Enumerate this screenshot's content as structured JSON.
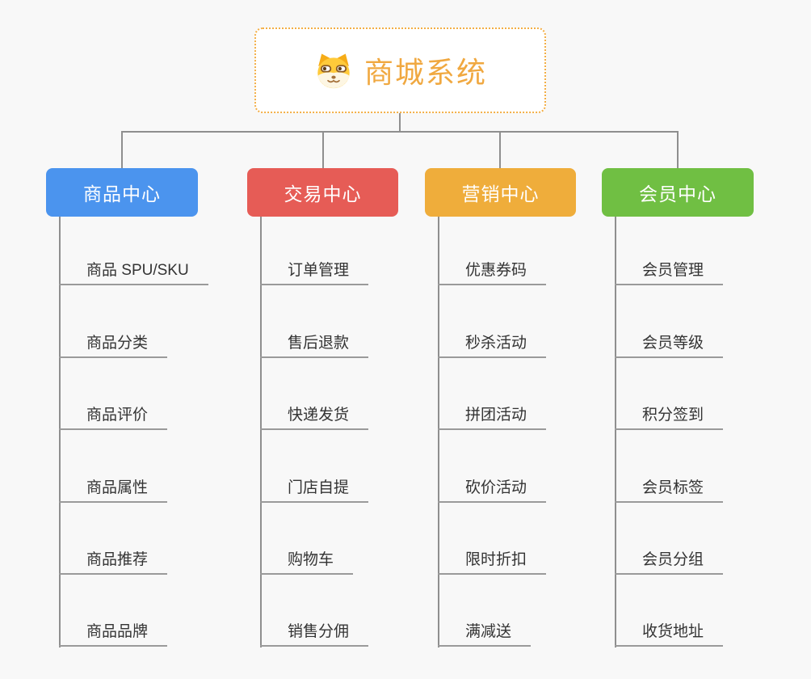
{
  "root": {
    "title": "商城系统",
    "icon": "dog-face",
    "title_color": "#f0a840",
    "border_color": "#f3ae45"
  },
  "connector_color": "#8f8f8f",
  "branches": [
    {
      "label": "商品中心",
      "color": "#4b94ee",
      "items": [
        "商品 SPU/SKU",
        "商品分类",
        "商品评价",
        "商品属性",
        "商品推荐",
        "商品品牌"
      ]
    },
    {
      "label": "交易中心",
      "color": "#e65c56",
      "items": [
        "订单管理",
        "售后退款",
        "快递发货",
        "门店自提",
        "购物车",
        "销售分佣"
      ]
    },
    {
      "label": "营销中心",
      "color": "#efad3b",
      "items": [
        "优惠券码",
        "秒杀活动",
        "拼团活动",
        "砍价活动",
        "限时折扣",
        "满减送"
      ]
    },
    {
      "label": "会员中心",
      "color": "#70bf43",
      "items": [
        "会员管理",
        "会员等级",
        "积分签到",
        "会员标签",
        "会员分组",
        "收货地址"
      ]
    }
  ]
}
